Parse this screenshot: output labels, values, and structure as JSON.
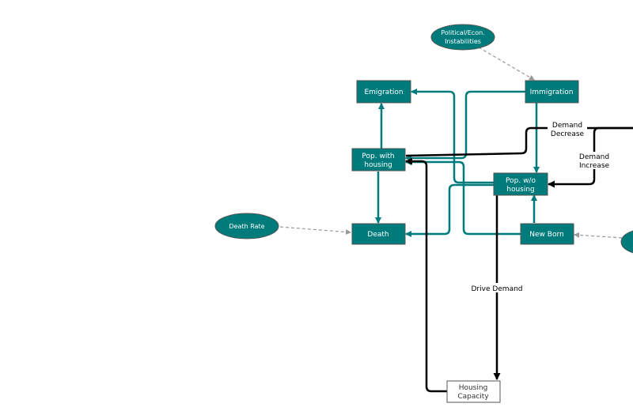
{
  "colors": {
    "teal": "#007b7b",
    "node_border": "#555555",
    "black": "#000000",
    "gray_dash": "#999999"
  },
  "nodes": {
    "emigration": "Emigration",
    "immigration": "Immigration",
    "pop_with_housing": [
      "Pop. with",
      "housing"
    ],
    "pop_without_housing": [
      "Pop. w/o",
      "housing"
    ],
    "death": "Death",
    "new_born": "New Born",
    "housing_capacity": [
      "Housing",
      "Capacity"
    ]
  },
  "ovals": {
    "political_econ": [
      "Political/Econ.",
      "Instabilities"
    ],
    "death_rate": "Death Rate"
  },
  "edge_labels": {
    "demand_decrease": [
      "Demand",
      "Decrease"
    ],
    "demand_increase": [
      "Demand",
      "Increase"
    ],
    "drive_demand": "Drive Demand"
  }
}
